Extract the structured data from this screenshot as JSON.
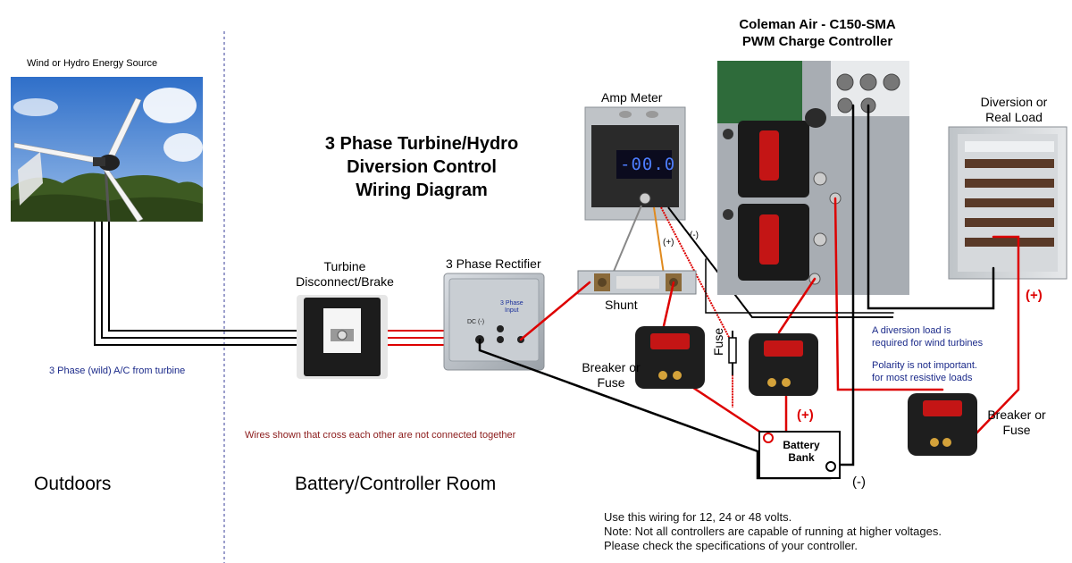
{
  "title": [
    "3 Phase Turbine/Hydro",
    "Diversion Control",
    "Wiring Diagram"
  ],
  "energy_source_label": "Wind or Hydro Energy Source",
  "controller_label": [
    "Coleman Air - C150-SMA",
    "PWM Charge Controller"
  ],
  "amp_meter_label": "Amp Meter",
  "meter_reading": "-00.0",
  "diversion_label": [
    "Diversion or",
    "Real Load"
  ],
  "turbine_disconnect_label": [
    "Turbine",
    "Disconnect/Brake"
  ],
  "rectifier_label": "3 Phase Rectifier",
  "rectifier_text": [
    "DC (-)",
    "3 Phase",
    "Input"
  ],
  "shunt_label": "Shunt",
  "breaker_left_label": [
    "Breaker or",
    "Fuse"
  ],
  "breaker_right_label": [
    "Breaker or",
    "Fuse"
  ],
  "fuse_label": "Fuse",
  "meter_pos_label": "(+)",
  "meter_neg_label": "(-)",
  "battery_label": [
    "Battery",
    "Bank"
  ],
  "battery_pos_label": "(+)",
  "battery_neg_label": "(-)",
  "load_pos_label": "(+)",
  "wild_ac_label": "3 Phase (wild) A/C from turbine",
  "wires_note": "Wires shown that cross each other are not connected together",
  "diversion_note": [
    "A diversion load is",
    "required for wind turbines"
  ],
  "polarity_note": [
    "Polarity is not important.",
    "for most resistive loads"
  ],
  "zone_outdoors": "Outdoors",
  "zone_room": "Battery/Controller Room",
  "footer_note": [
    "Use this wiring for 12, 24 or 48 volts.",
    "Note: Not all controllers are capable of running at higher voltages.",
    "Please check the specifications of your controller."
  ],
  "colors": {
    "positive_wire": "#dd0000",
    "negative_wire": "#000000",
    "meter_wire_orange": "#e08a1e",
    "ac_label_blue": "#1b2a8a",
    "note_red": "#8b1a1a"
  }
}
